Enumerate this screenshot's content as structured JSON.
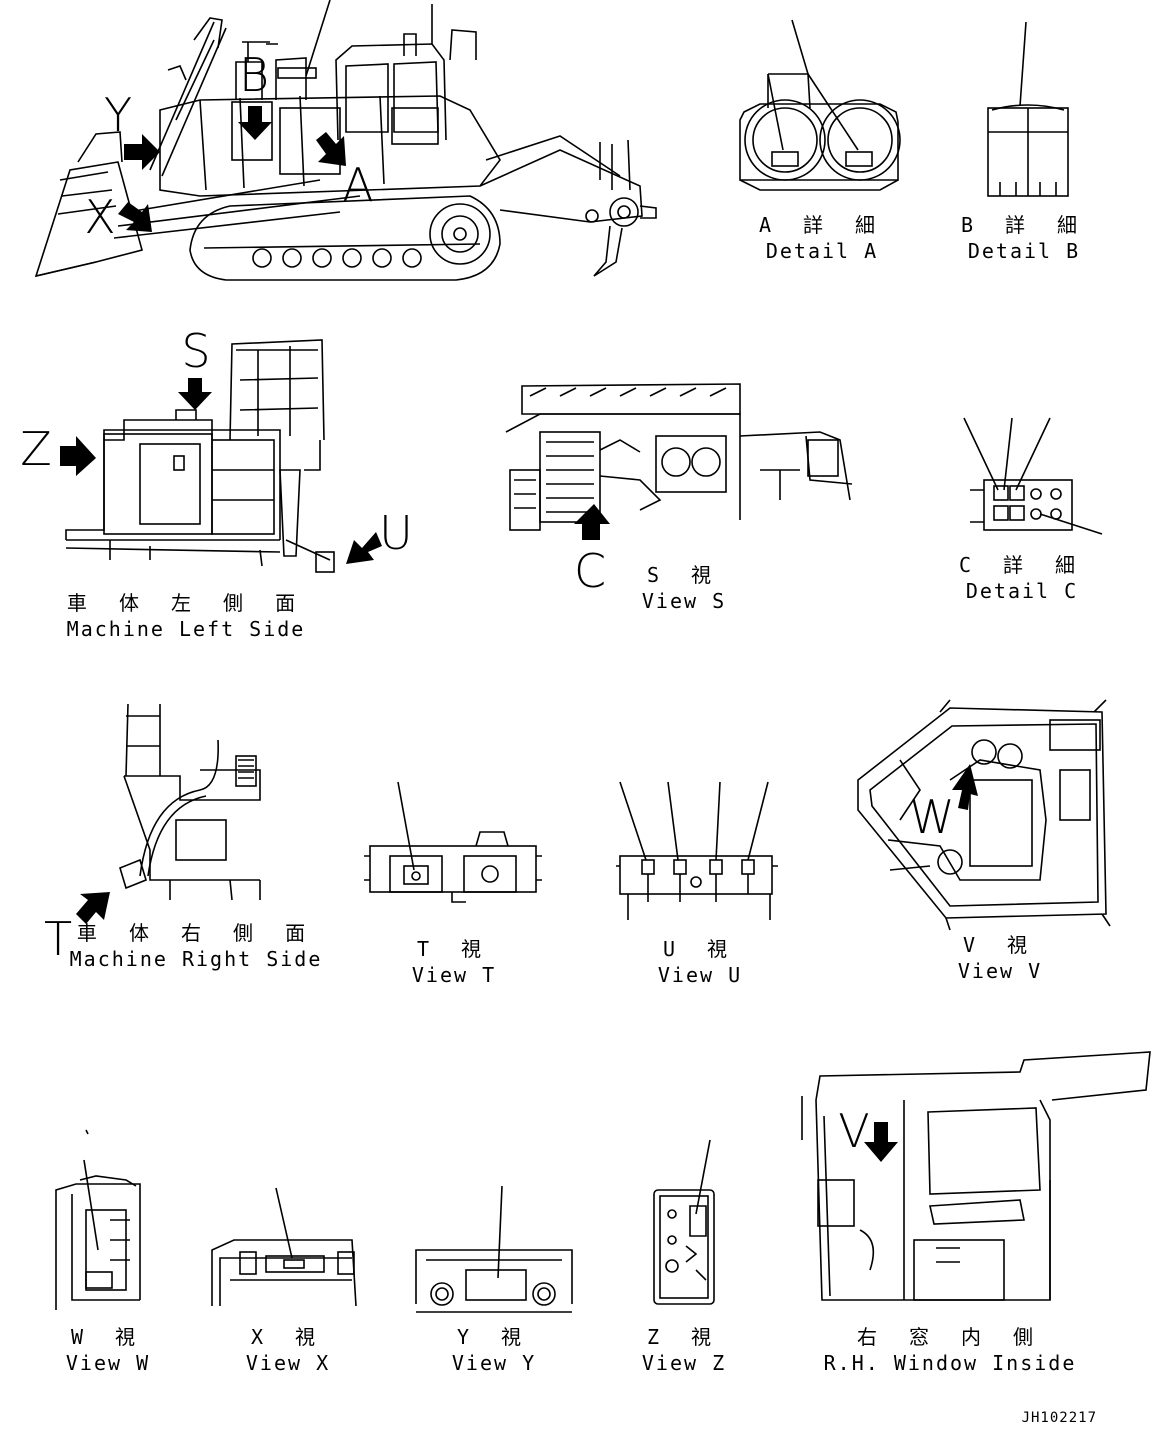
{
  "drawing_code": "JH102217",
  "views": {
    "detail_a": {
      "jp": "A 詳 細",
      "en": "Detail A"
    },
    "detail_b": {
      "jp": "B 詳 細",
      "en": "Detail B"
    },
    "left_side": {
      "jp": "車 体 左 側 面",
      "en": "Machine Left Side"
    },
    "view_s": {
      "jp": "S 視",
      "en": "View S"
    },
    "detail_c": {
      "jp": "C 詳 細",
      "en": "Detail C"
    },
    "right_side": {
      "jp": "車 体 右 側 面",
      "en": "Machine Right Side"
    },
    "view_t": {
      "jp": "T 視",
      "en": "View T"
    },
    "view_u": {
      "jp": "U 視",
      "en": "View U"
    },
    "view_v": {
      "jp": "V 視",
      "en": "View V"
    },
    "view_w": {
      "jp": "W 視",
      "en": "View W"
    },
    "view_x": {
      "jp": "X 視",
      "en": "View X"
    },
    "view_y": {
      "jp": "Y 視",
      "en": "View Y"
    },
    "view_z": {
      "jp": "Z 視",
      "en": "View Z"
    },
    "rh_window": {
      "jp": "右 窓 内 側",
      "en": "R.H. Window Inside"
    }
  },
  "markers": {
    "a": "A",
    "b": "B",
    "c": "C",
    "s": "S",
    "t": "T",
    "u": "U",
    "v": "V",
    "w": "W",
    "x": "X",
    "y": "Y",
    "z": "Z"
  }
}
